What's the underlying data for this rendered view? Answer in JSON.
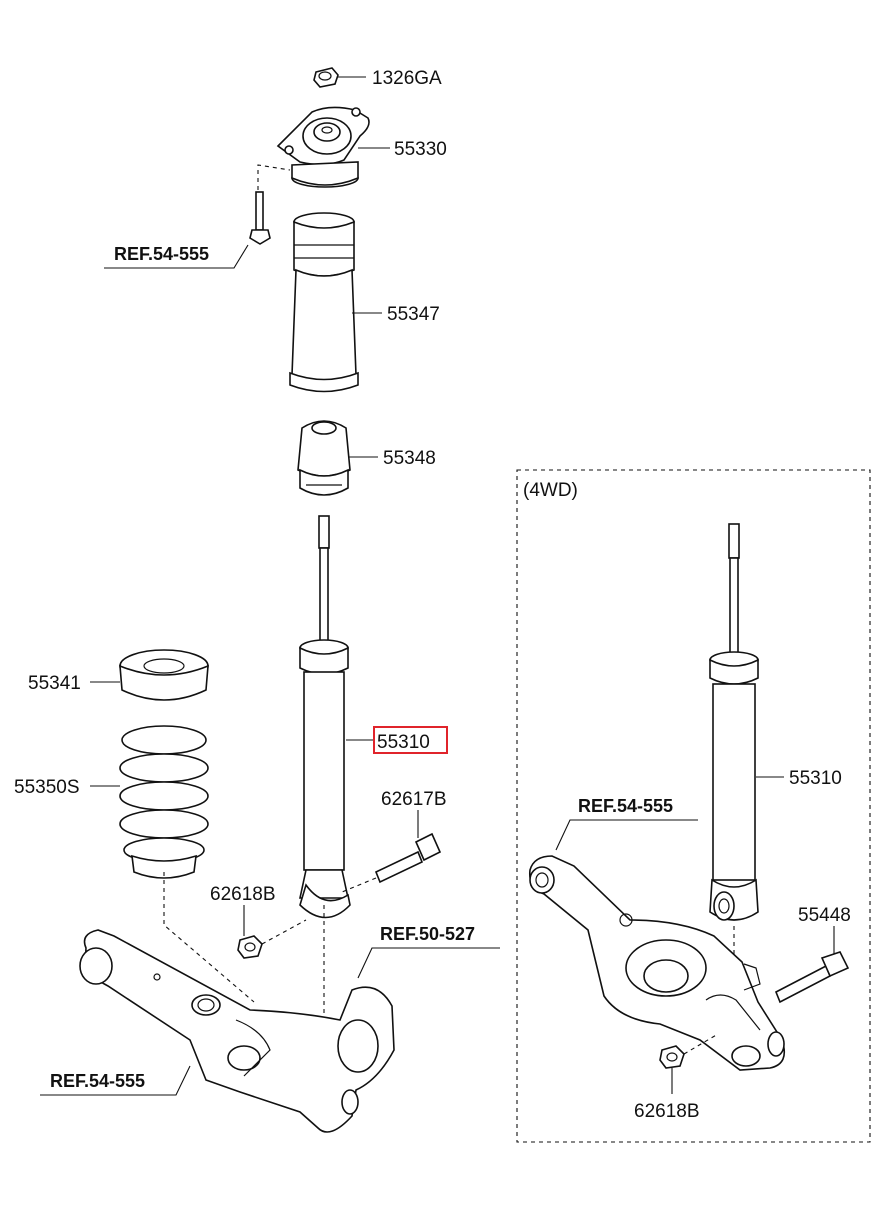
{
  "parts": {
    "p1326ga": "1326GA",
    "p55330": "55330",
    "p55347": "55347",
    "p55348": "55348",
    "p55341": "55341",
    "p55350s": "55350S",
    "p55310": "55310",
    "p62617b": "62617B",
    "p62618b": "62618B",
    "p55310_4wd": "55310",
    "p55448": "55448",
    "p62618b_4wd": "62618B"
  },
  "refs": {
    "ref_top": "REF.54-555",
    "ref_50527": "REF.50-527",
    "ref_bottom": "REF.54-555",
    "ref_4wd": "REF.54-555"
  },
  "box_title": "(4WD)",
  "colors": {
    "highlight": "#e0242b",
    "line": "#111111"
  }
}
